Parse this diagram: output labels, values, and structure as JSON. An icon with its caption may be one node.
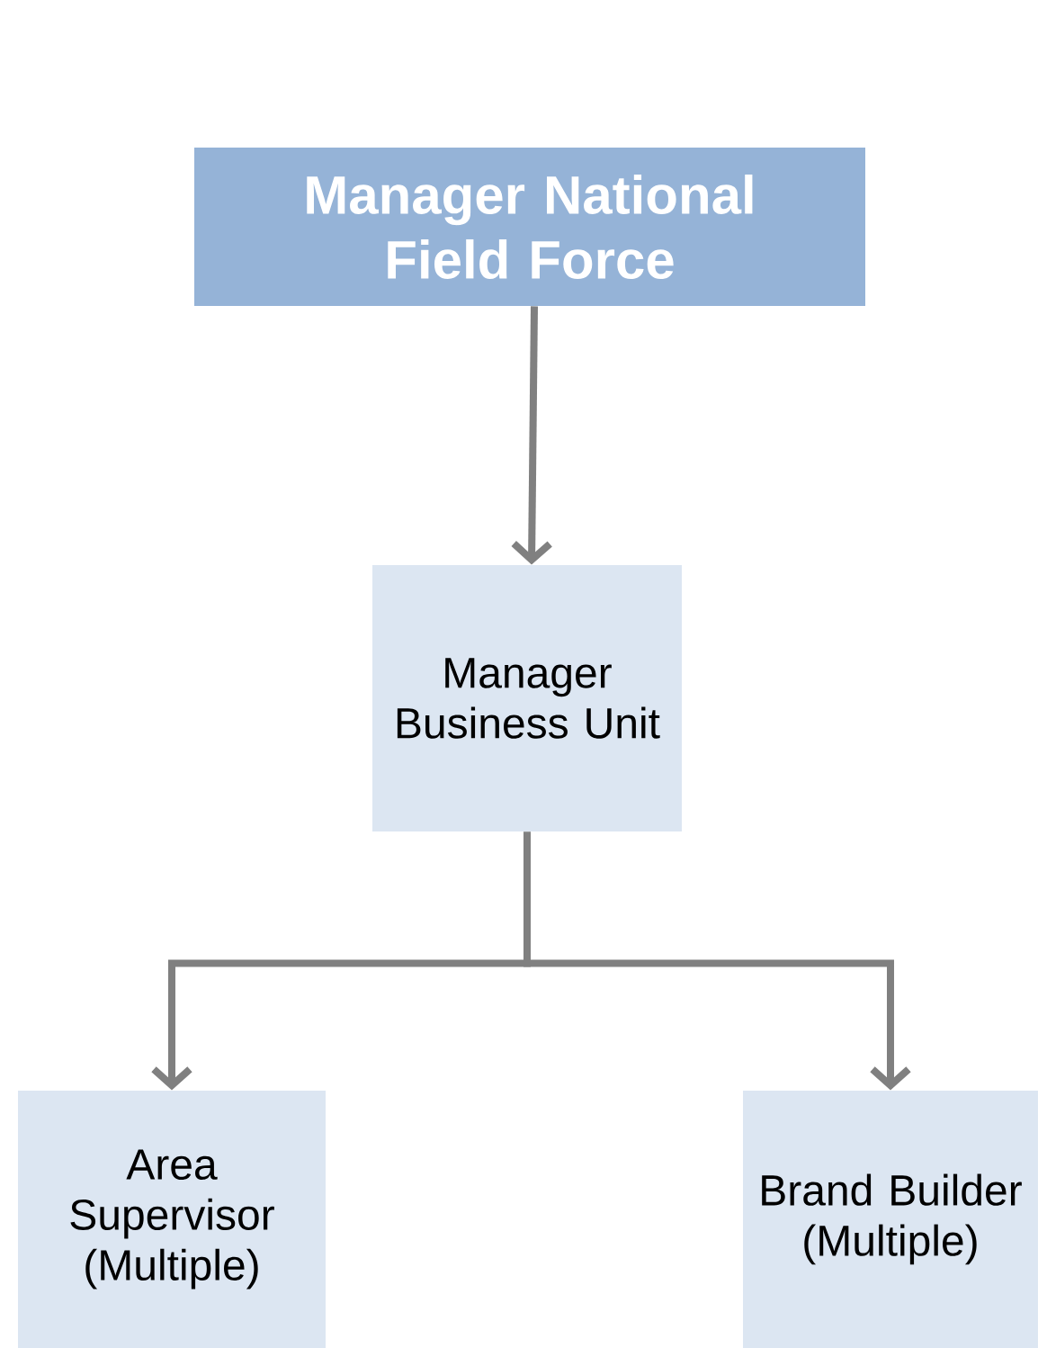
{
  "diagram": {
    "nodes": [
      {
        "text": [
          "Manager National Field Force"
        ]
      },
      {
        "text": [
          "Manager Business Unit"
        ]
      },
      {
        "text": [
          "Area Supervisor (Multiple)"
        ]
      },
      {
        "text": [
          "Brand Builder (Multiple)"
        ]
      }
    ],
    "edges": [
      {
        "from": 0,
        "to": 1,
        "arrow": "to"
      },
      {
        "from": 1,
        "to": 2,
        "arrow": "to"
      },
      {
        "from": 1,
        "to": 3,
        "arrow": "to"
      }
    ]
  }
}
